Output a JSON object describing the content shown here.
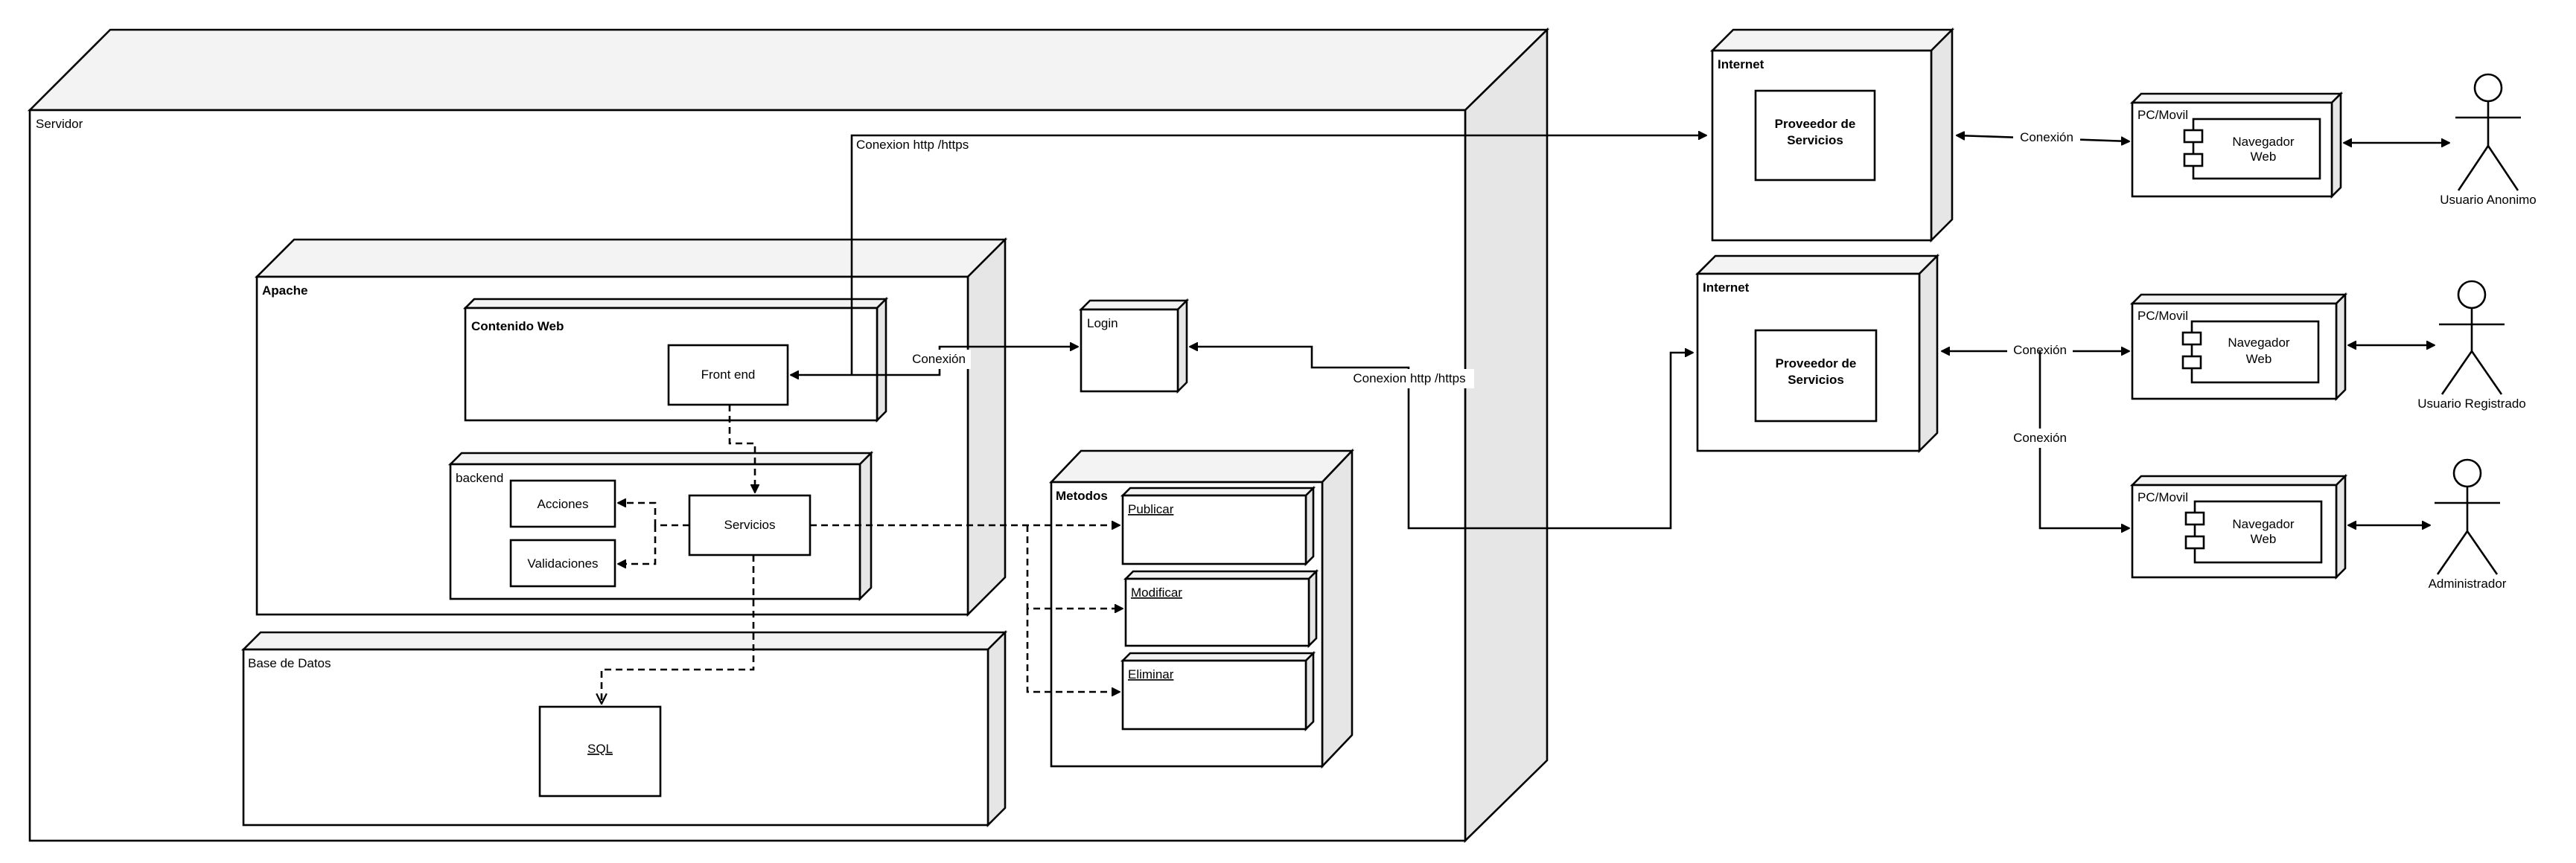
{
  "nodes": {
    "servidor": "Servidor",
    "apache": "Apache",
    "contenido_web": "Contenido Web",
    "front_end": "Front end",
    "backend": "backend",
    "acciones": "Acciones",
    "validaciones": "Validaciones",
    "servicios": "Servicios",
    "base_datos": "Base de Datos",
    "sql": "SQL",
    "login": "Login",
    "metodos": "Metodos",
    "publicar": "Publicar",
    "modificar": "Modificar",
    "eliminar": "Eliminar",
    "internet_1": "Internet",
    "proveedor_1": "Proveedor de Servicios",
    "internet_2": "Internet",
    "proveedor_2": "Proveedor de Servicios",
    "pc_movil_1": "PC/Movil",
    "navegador_1": "Navegador Web",
    "pc_movil_2": "PC/Movil",
    "navegador_2": "Navegador Web",
    "pc_movil_3": "PC/Movil",
    "navegador_3": "Navegador Web"
  },
  "actors": {
    "anonimo": "Usuario Anonimo",
    "registrado": "Usuario Registrado",
    "administrador": "Administrador"
  },
  "edges": {
    "conexion_http_top": "Conexion http /https",
    "conexion_front_login": "Conexión",
    "conexion_http_login": "Conexion http /https",
    "conexion_internet1": "Conexión",
    "conexion_internet2": "Conexión",
    "conexion_internet2_admin": "Conexión"
  }
}
